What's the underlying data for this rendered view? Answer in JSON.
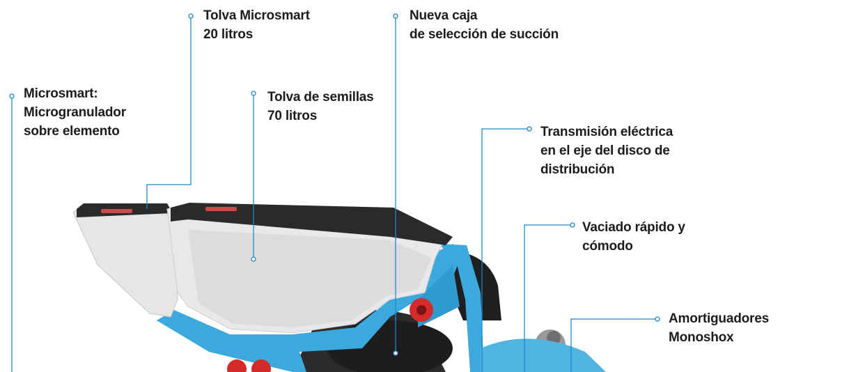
{
  "colors": {
    "leader_line": "#1e88c8",
    "frame": "#3ba9dc",
    "hopper_body": "#e8e8ea",
    "hopper_lid": "#2a2a2a",
    "wheel": "#d42a2a",
    "text": "#1c1c1c"
  },
  "callouts": {
    "microsmart": [
      "Microsmart:",
      "Microgranulador",
      "sobre elemento"
    ],
    "tolva_microsmart": [
      "Tolva Microsmart",
      "20 litros"
    ],
    "caja_seleccion": [
      "Nueva caja",
      "de selección de succión"
    ],
    "tolva_semillas": [
      "Tolva de semillas",
      "70 litros"
    ],
    "transmision": [
      "Transmisión eléctrica",
      "en el eje del disco de",
      "distribución"
    ],
    "vaciado": [
      "Vaciado rápido y",
      "cómodo"
    ],
    "amortiguadores": [
      "Amortiguadores",
      "Monoshox"
    ]
  }
}
